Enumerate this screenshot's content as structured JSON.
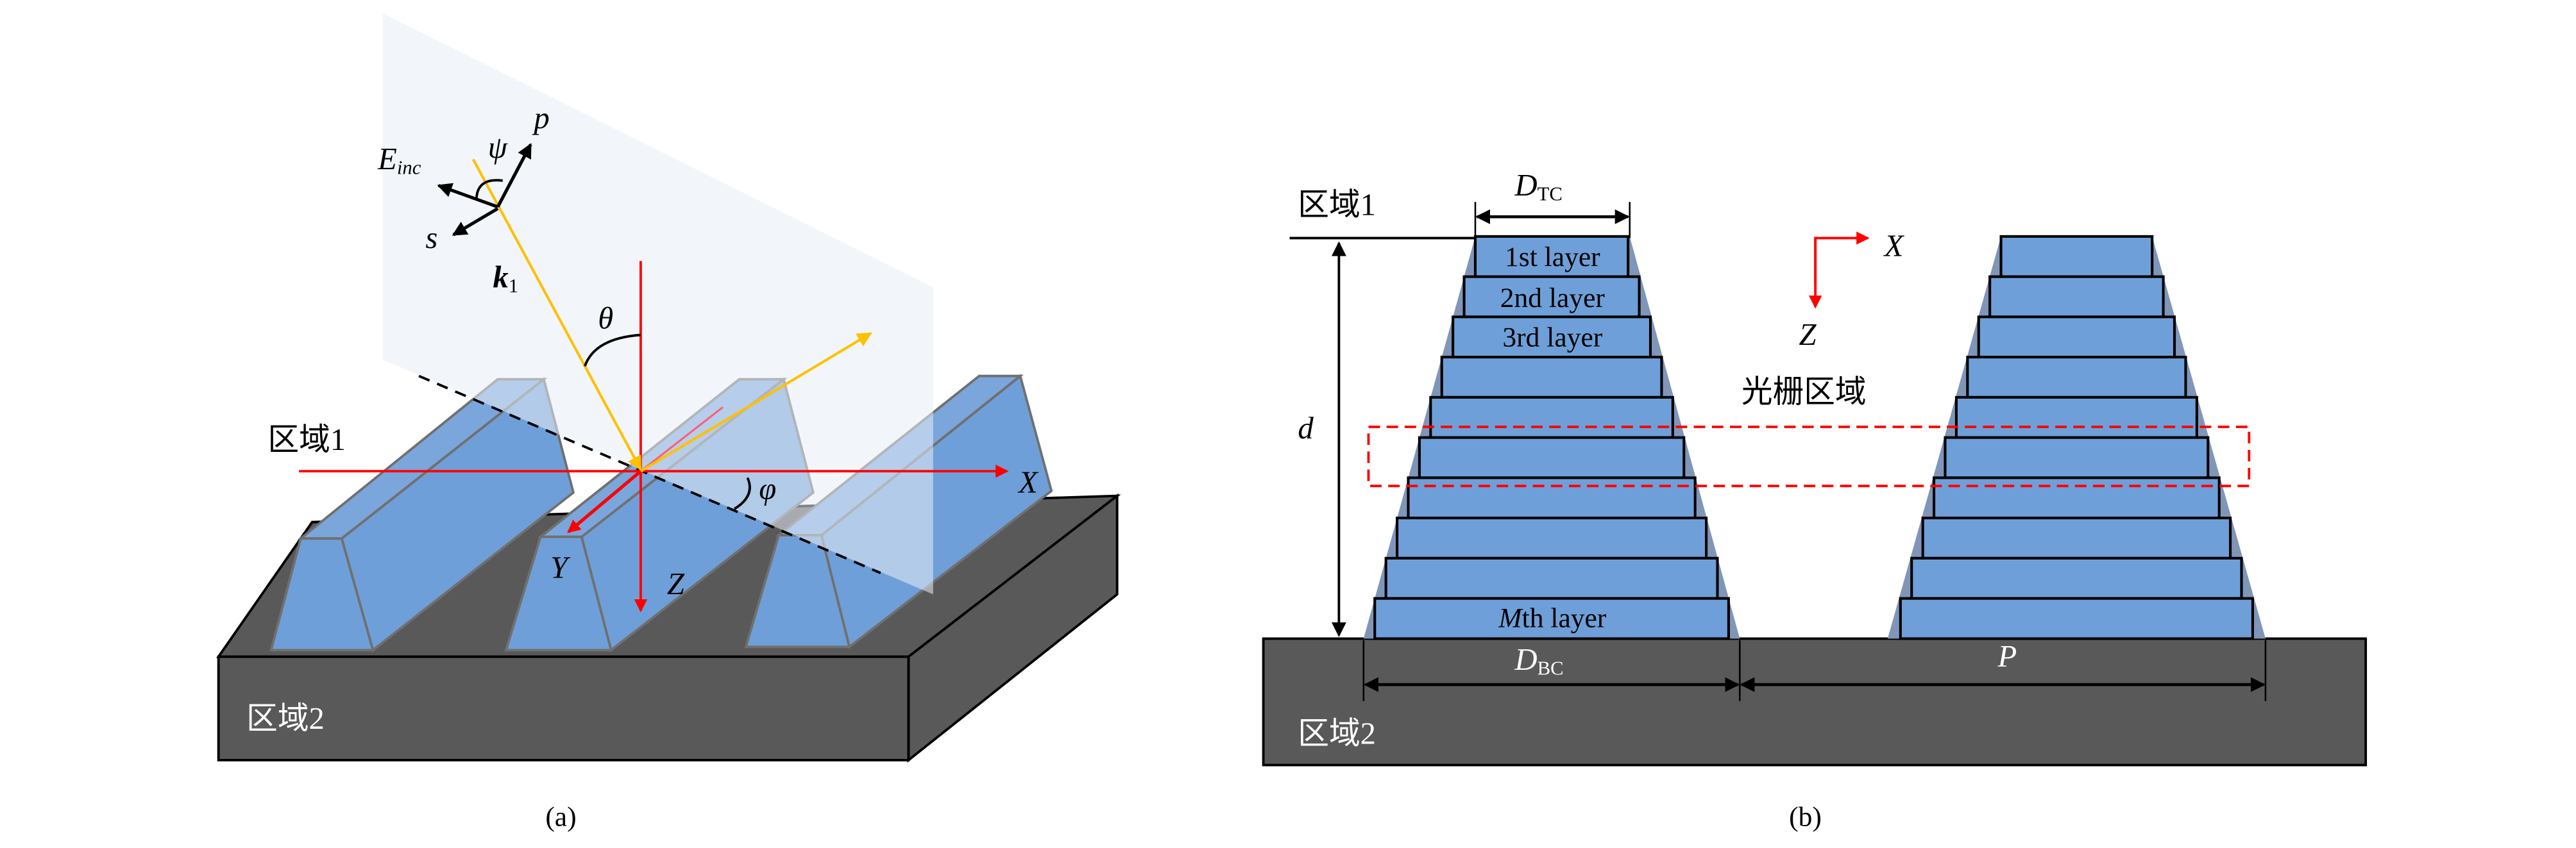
{
  "colors": {
    "substrate": "#595959",
    "grating": "#6f9fd8",
    "grating_top": "#a9c3e8",
    "outline": "#707070",
    "plane": "#eef1f8",
    "axis": "#ff0000",
    "beam": "#ffc000",
    "dashed_box": "#ff0000"
  },
  "panel_a": {
    "caption": "(a)",
    "region1": "区域1",
    "region2": "区域2",
    "axis_x": "X",
    "axis_y": "Y",
    "axis_z": "Z",
    "theta": "θ",
    "phi": "φ",
    "psi": "ψ",
    "p": "p",
    "s": "s",
    "e_main": "E",
    "e_sub": "inc",
    "k_main": "k",
    "k_sub": "1"
  },
  "panel_b": {
    "caption": "(b)",
    "region1": "区域1",
    "region2": "区域2",
    "grating_region": "光栅区域",
    "axis_x": "X",
    "axis_z": "Z",
    "d": "d",
    "dtc_main": "D",
    "dtc_sub": "TC",
    "dbc_main": "D",
    "dbc_sub": "BC",
    "period": "P",
    "layer_1": "1st layer",
    "layer_2": "2nd layer",
    "layer_3": "3rd layer",
    "layer_m_main": "M",
    "layer_m_rest": "th layer"
  }
}
